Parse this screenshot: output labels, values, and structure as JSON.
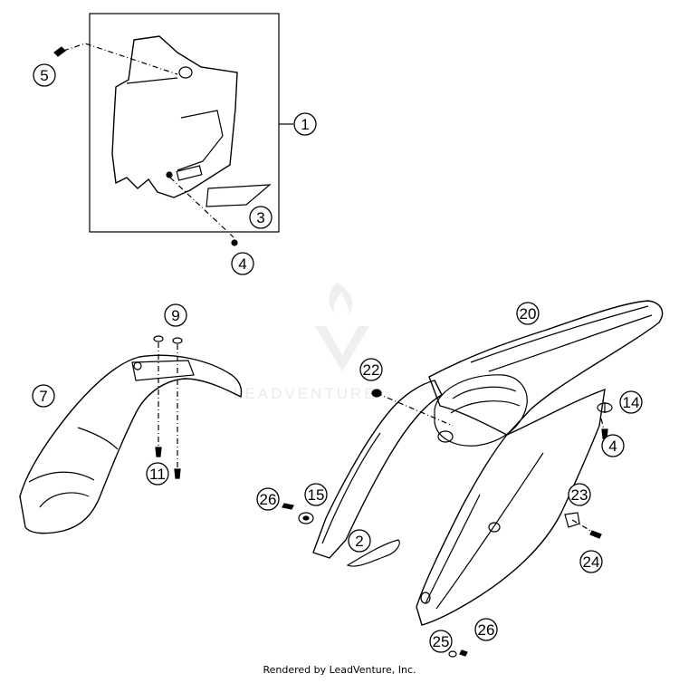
{
  "diagram": {
    "callouts": [
      {
        "id": "c1",
        "label": "1"
      },
      {
        "id": "c2",
        "label": "2"
      },
      {
        "id": "c3",
        "label": "3"
      },
      {
        "id": "c4a",
        "label": "4"
      },
      {
        "id": "c4b",
        "label": "4"
      },
      {
        "id": "c5",
        "label": "5"
      },
      {
        "id": "c7",
        "label": "7"
      },
      {
        "id": "c9",
        "label": "9"
      },
      {
        "id": "c11",
        "label": "11"
      },
      {
        "id": "c14",
        "label": "14"
      },
      {
        "id": "c15",
        "label": "15"
      },
      {
        "id": "c20",
        "label": "20"
      },
      {
        "id": "c22",
        "label": "22"
      },
      {
        "id": "c23",
        "label": "23"
      },
      {
        "id": "c24",
        "label": "24"
      },
      {
        "id": "c25",
        "label": "25"
      },
      {
        "id": "c26a",
        "label": "26"
      },
      {
        "id": "c26b",
        "label": "26"
      }
    ]
  },
  "watermark": {
    "text": "LEADVENTURE"
  },
  "footer": {
    "text": "Rendered by LeadVenture, Inc."
  }
}
